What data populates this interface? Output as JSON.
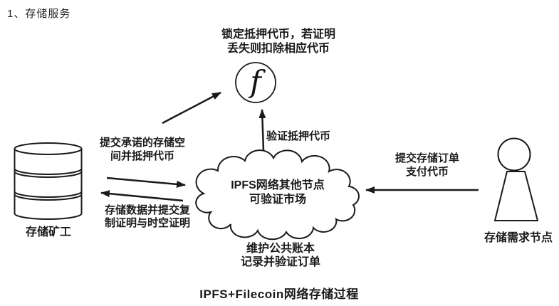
{
  "page": {
    "title": "1、存储服务",
    "caption": "IPFS+Filecoin网络存储过程"
  },
  "diagram": {
    "nodes": {
      "miner": {
        "label": "存储矿工",
        "icon": "database-icon"
      },
      "market": {
        "line1": "IPFS网络其他节点",
        "line2": "可验证市场",
        "icon": "cloud-shape"
      },
      "filecoin": {
        "symbol": "f",
        "icon": "filecoin-circle-icon"
      },
      "client": {
        "label": "存储需求节点",
        "icon": "person-icon"
      }
    },
    "annotations": {
      "lock_tokens": {
        "line1": "锁定抵押代币，若证明",
        "line2": "丢失则扣除相应代币"
      },
      "verify_pledge": {
        "label": "验证抵押代币"
      },
      "submit_space": {
        "line1": "提交承诺的存储空",
        "line2": "间并抵押代币"
      },
      "store_data": {
        "line1": "存储数据并提交复",
        "line2": "制证明与时空证明"
      },
      "submit_order": {
        "line1": "提交存储订单",
        "line2": "支付代币"
      },
      "ledger": {
        "line1": "维护公共账本",
        "line2": "记录并验证订单"
      }
    },
    "colors": {
      "stroke": "#1a1a1a",
      "text": "#1a1a1a",
      "background": "#ffffff"
    }
  }
}
